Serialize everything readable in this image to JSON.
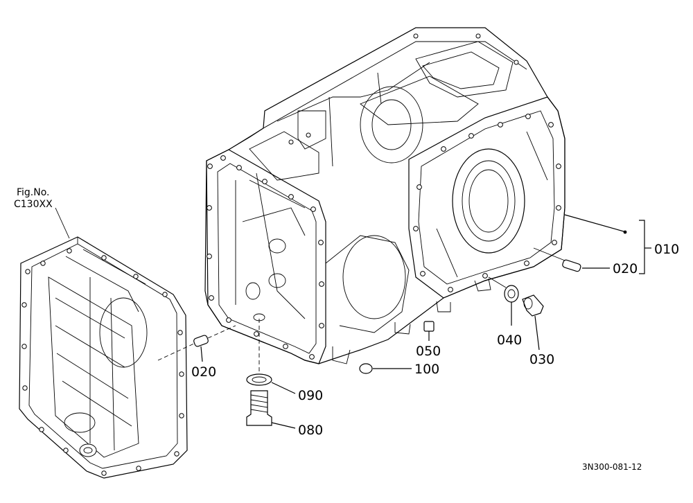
{
  "figure_ref": {
    "line1": "Fig.No.",
    "line2": "C130XX"
  },
  "parts": {
    "p010": "010",
    "p020_right": "020",
    "p020_left": "020",
    "p030": "030",
    "p040": "040",
    "p050": "050",
    "p080": "080",
    "p090": "090",
    "p100": "100"
  },
  "drawing_code": "3N300-081-12"
}
